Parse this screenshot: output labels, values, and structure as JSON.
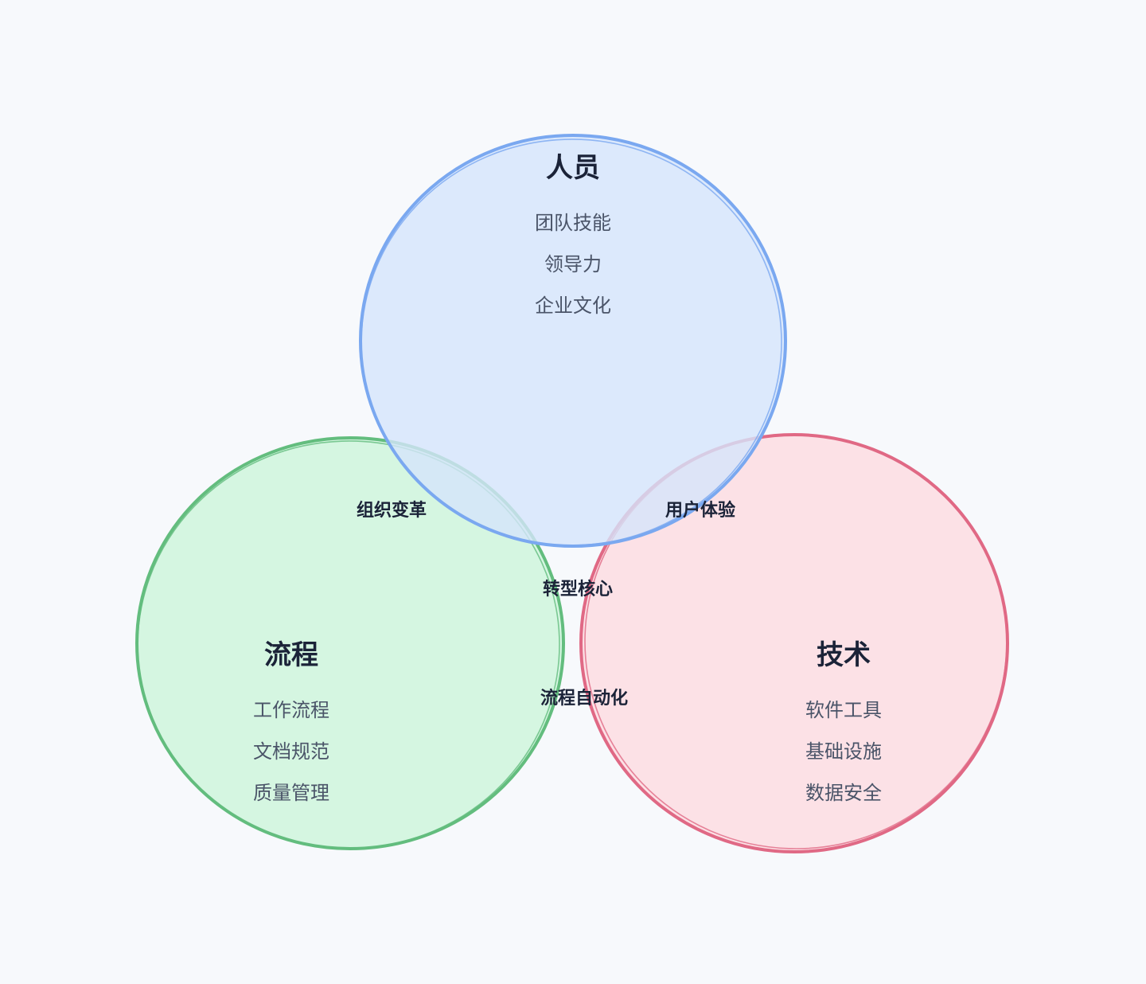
{
  "diagram": {
    "type": "venn",
    "circles": [
      {
        "id": "people",
        "title": "人员",
        "items": [
          "团队技能",
          "领导力",
          "企业文化"
        ],
        "fill": "#d5e5fb",
        "stroke": "#7aa8f0"
      },
      {
        "id": "process",
        "title": "流程",
        "items": [
          "工作流程",
          "文档规范",
          "质量管理"
        ],
        "fill": "#d3f5df",
        "stroke": "#63bd7e"
      },
      {
        "id": "technology",
        "title": "技术",
        "items": [
          "软件工具",
          "基础设施",
          "数据安全"
        ],
        "fill": "#fcdfe5",
        "stroke": "#e06985"
      }
    ],
    "overlaps": {
      "people_process": "组织变革",
      "people_technology": "用户体验",
      "process_technology": "流程自动化",
      "center": "转型核心"
    },
    "background": "#f7f9fc"
  }
}
